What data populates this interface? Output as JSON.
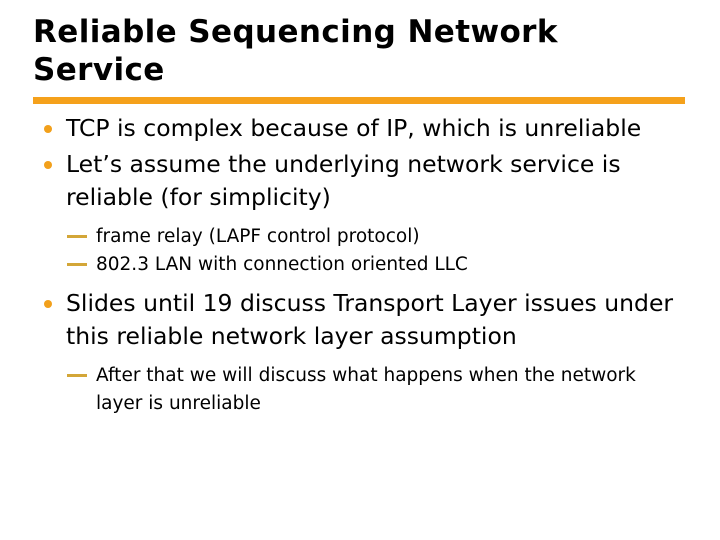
{
  "slide": {
    "title": "Reliable Sequencing Network\nService",
    "accent_color": "#F5A11B",
    "bullet_dot_color": "#F2A01B",
    "dash_color": "#D3A638",
    "text_color": "#000000",
    "background_color": "#FFFFFF",
    "content": [
      {
        "level": 1,
        "marker": "bullet-dot",
        "text": "TCP is complex because of IP, which is unreliable"
      },
      {
        "level": 1,
        "marker": "bullet-dot",
        "text": "Let’s assume the underlying network service is reliable (for simplicity)"
      },
      {
        "level": 2,
        "marker": "em-dash",
        "text": "frame relay (LAPF control protocol)"
      },
      {
        "level": 2,
        "marker": "em-dash",
        "text": " 802.3 LAN with connection oriented LLC"
      },
      {
        "level": 1,
        "marker": "bullet-dot",
        "text": "Slides until 19 discuss Transport Layer issues under this reliable network layer assumption"
      },
      {
        "level": 2,
        "marker": "em-dash",
        "text": "After that we will discuss what happens when the network layer is unreliable"
      }
    ]
  }
}
